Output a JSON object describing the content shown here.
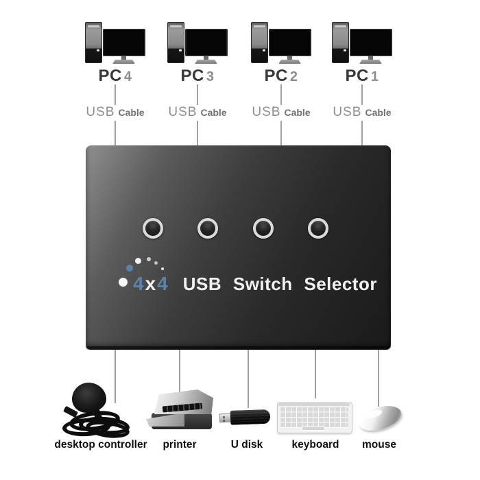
{
  "computers": [
    {
      "prefix": "PC",
      "number": "4"
    },
    {
      "prefix": "PC",
      "number": "3"
    },
    {
      "prefix": "PC",
      "number": "2"
    },
    {
      "prefix": "PC",
      "number": "1"
    }
  ],
  "cable_label": {
    "usb": "USB",
    "cable": "Cable"
  },
  "switch_box": {
    "button_count": 4,
    "model_parts": [
      "4",
      "x",
      "4"
    ],
    "title": "USB Switch Selector",
    "accent_color": "#5b82a8",
    "title_color": "#f2f2f2",
    "ring_color": "#dadada",
    "body_gradient_start": "#8f8f8f",
    "body_gradient_end": "#1a1a1a"
  },
  "peripherals": [
    {
      "label": "desktop controller"
    },
    {
      "label": "printer"
    },
    {
      "label": "U disk"
    },
    {
      "label": "keyboard"
    },
    {
      "label": "mouse"
    }
  ],
  "colors": {
    "background": "#ffffff",
    "connector_line": "#9f9f9f",
    "pc_prefix": "#383838",
    "pc_number": "#8e8e8e",
    "usb_text": "#8e8e8e",
    "cable_text": "#707070",
    "label_text": "#0f0f0f"
  }
}
